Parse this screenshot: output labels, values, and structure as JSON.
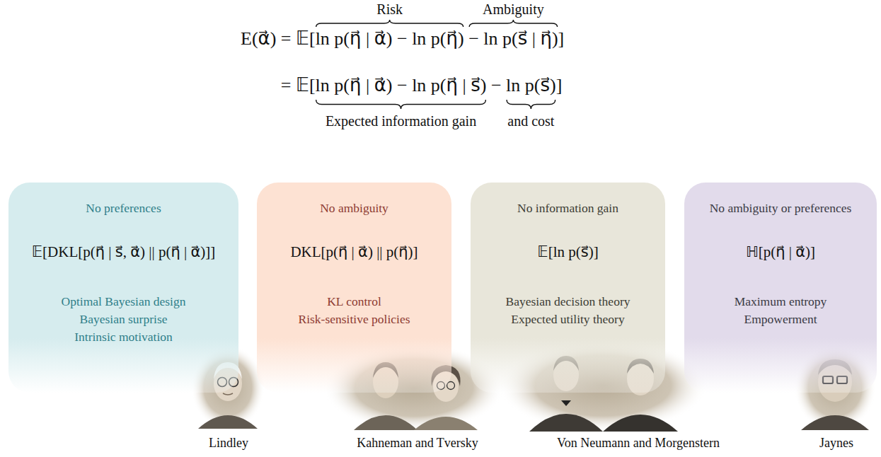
{
  "diagram": {
    "nodes": [
      {
        "text": [
          "No preferences",
          "𝔼[DKL[p(η⃗ | s⃗, α⃗) || p(η⃗ | α⃗)]]",
          "Optimal Bayesian design",
          "Bayesian surprise",
          "Intrinsic motivation"
        ]
      },
      {
        "text": [
          "No ambiguity",
          "DKL[p(η⃗ | α⃗) || p(η⃗)]",
          "KL control",
          "Risk-sensitive policies"
        ]
      },
      {
        "text": [
          "No information gain",
          "𝔼[ln p(s⃗)]",
          "Bayesian decision theory",
          "Expected utility theory"
        ]
      },
      {
        "text": [
          "No ambiguity or preferences",
          "ℍ[p(η⃗ | α⃗)]",
          "Maximum entropy",
          "Empowerment"
        ]
      }
    ],
    "labels": [
      "Risk",
      "Ambiguity",
      "E(α⃗) = 𝔼[ln p(η⃗ | α⃗) − ln p(η⃗) − ln p(s⃗ | η⃗)]",
      "= 𝔼[ln p(η⃗ | α⃗) − ln p(η⃗ | s⃗) − ln p(s⃗)]",
      "Expected information gain",
      "and cost",
      "Lindley",
      "Kahneman and Tversky",
      "Von Neumann and Morgenstern",
      "Jaynes"
    ]
  }
}
